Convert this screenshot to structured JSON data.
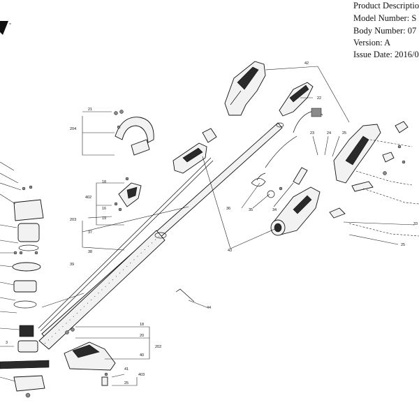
{
  "header": {
    "product_description": "Product Descriptio",
    "model_number": "Model Number: S",
    "body_number": "Body Number: 07",
    "version": "Version: A",
    "issue_date": "Issue Date: 2016/0"
  },
  "logo": {
    "tm": "™"
  },
  "callouts": {
    "c21": "21",
    "c204": "204",
    "c18a": "18",
    "c402": "402",
    "c16": "16",
    "c19": "19",
    "c203": "203",
    "c37": "37",
    "c38": "38",
    "c39": "39",
    "c42": "42",
    "c22": "22",
    "c23": "23",
    "c24": "24",
    "c25a": "25",
    "c36": "36",
    "c35": "35",
    "c34": "34",
    "c43": "43",
    "c33": "33",
    "c25b": "25",
    "c44": "44",
    "c18b": "18",
    "c20": "20",
    "c202": "202",
    "c40": "40",
    "c41": "41",
    "c403": "403",
    "c25c": "25",
    "c3": "3"
  }
}
